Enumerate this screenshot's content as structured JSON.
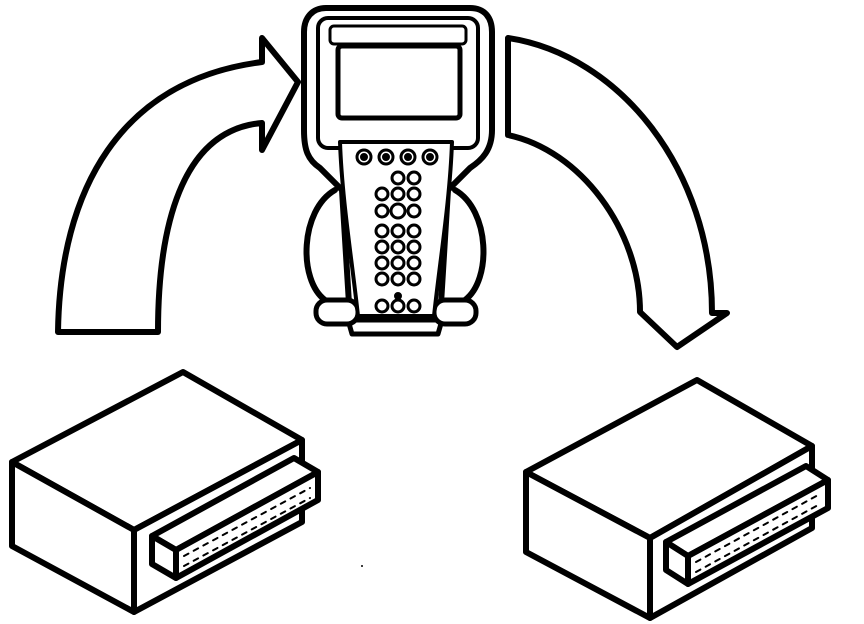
{
  "diagram": {
    "stroke_color": "#000000",
    "fill_color": "#ffffff",
    "elements": [
      {
        "kind": "module",
        "label": ""
      },
      {
        "kind": "scan-tool",
        "label": ""
      },
      {
        "kind": "module",
        "label": ""
      }
    ]
  }
}
